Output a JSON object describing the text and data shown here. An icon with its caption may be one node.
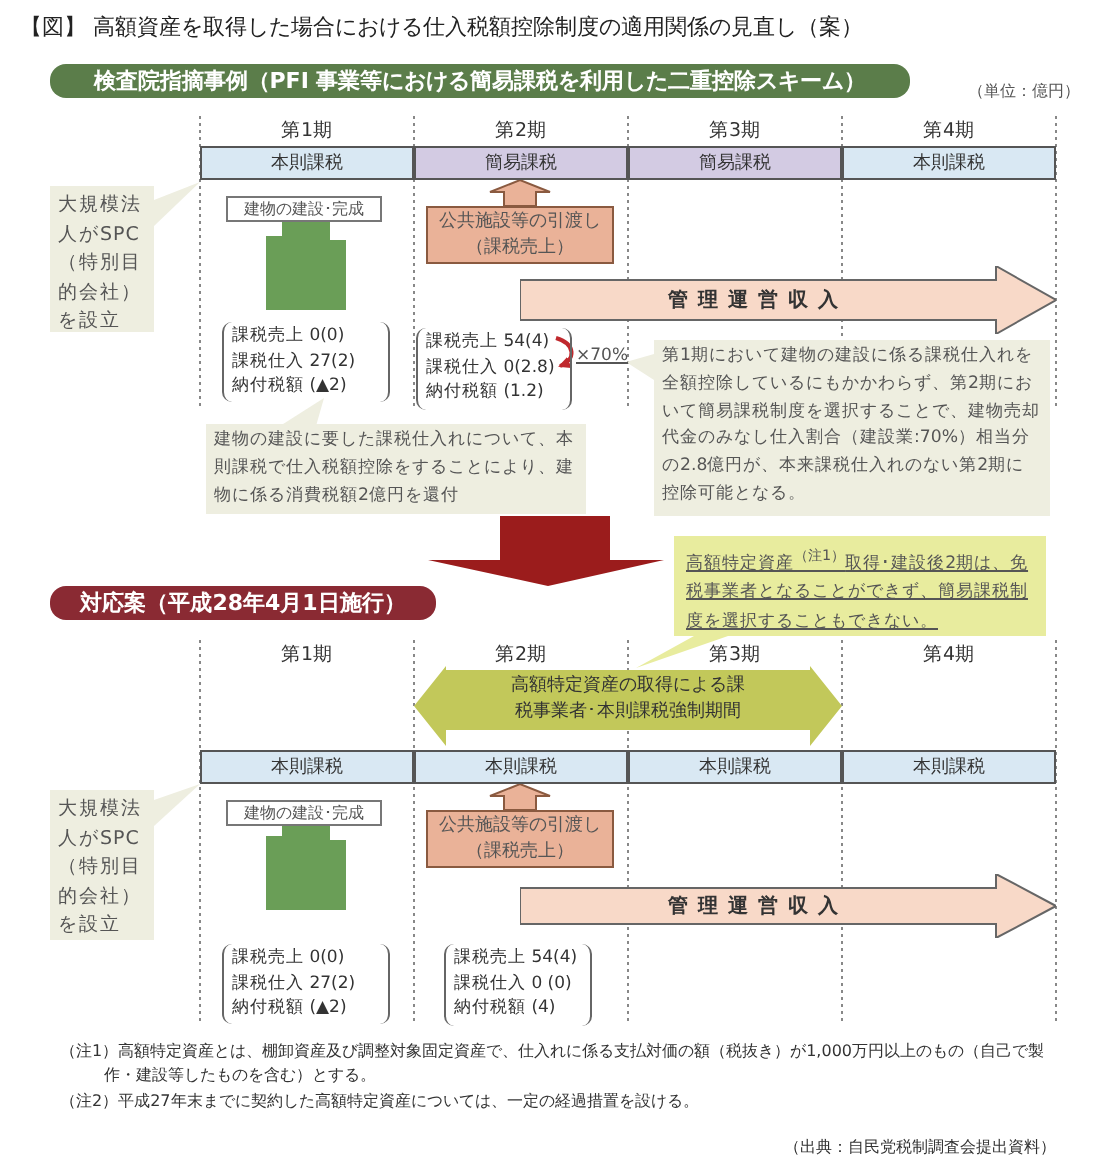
{
  "diagram": {
    "title": "【図】 高額資産を取得した場合における仕入税額控除制度の適用関係の見直し（案）",
    "nodes": [
      {
        "text": [
          "検査院指摘事例（PFI 事業等における簡易課税を利用した二重控除スキーム）"
        ]
      },
      {
        "text": [
          "本則課税"
        ]
      },
      {
        "text": [
          "簡易課税"
        ]
      },
      {
        "text": [
          "簡易課税"
        ]
      },
      {
        "text": [
          "本則課税"
        ]
      },
      {
        "text": [
          "大規模法人がSPC（特別目的会社）を設立"
        ]
      },
      {
        "text": [
          "建物の建設･完成"
        ]
      },
      {
        "text": [
          "公共施設等の引渡し（課税売上）"
        ]
      },
      {
        "text": [
          "管理運営収入"
        ]
      },
      {
        "text": [
          "課税売上 0(0)",
          "課税仕入 27(2)",
          "納付税額 (▲2)"
        ]
      },
      {
        "text": [
          "課税売上 54(4)",
          "課税仕入 0(2.8)",
          "納付税額 (1.2)"
        ],
        "beside": [
          "×70%"
        ]
      },
      {
        "text": [
          "建物の建設に要した課税仕入れについて、本則課税で仕入税額控除をすることにより、建物に係る消費税額2億円を還付"
        ]
      },
      {
        "text": [
          "第1期において建物の建設に係る課税仕入れを全額控除しているにもかかわらず、第2期において簡易課税制度を選択することで、建物売却代金のみなし仕入割合（建設業:70%）相当分の2.8億円が、本来課税仕入れのない第2期に控除可能となる。"
        ]
      },
      {
        "text": [
          "高額特定資産$^{（注1）}$取得･建設後2期は、免税事業者となることができず、簡易課税制度を選択することもできない。"
        ]
      },
      {
        "text": [
          "対応案（平成28年4月1日施行）"
        ]
      },
      {
        "text": [
          "高額特定資産の取得による課税事業者･本則課税強制期間"
        ]
      },
      {
        "text": [
          "本則課税"
        ]
      },
      {
        "text": [
          "本則課税"
        ]
      },
      {
        "text": [
          "本則課税"
        ]
      },
      {
        "text": [
          "本則課税"
        ]
      },
      {
        "text": [
          "大規模法人がSPC（特別目的会社）を設立"
        ]
      },
      {
        "text": [
          "建物の建設･完成"
        ]
      },
      {
        "text": [
          "公共施設等の引渡し（課税売上）"
        ]
      },
      {
        "text": [
          "管理運営収入"
        ]
      },
      {
        "text": [
          "課税売上 0(0)",
          "課税仕入 27(2)",
          "納付税額 (▲2)"
        ]
      },
      {
        "text": [
          "課税売上 54(4)",
          "課税仕入 0 (0)",
          "納付税額 (4)"
        ]
      }
    ],
    "edges": [
      {
        "from": 7,
        "to": 2,
        "arrow": "to"
      },
      {
        "from": 22,
        "to": 17,
        "arrow": "to"
      },
      {
        "from": 11,
        "to": 14,
        "arrow": "to",
        "color": "#9b1c1c"
      }
    ],
    "labels": [
      "（単位：億円）",
      "第1期",
      "第2期",
      "第3期",
      "第4期",
      "第1期",
      "第2期",
      "第3期",
      "第4期",
      "（注1）高額特定資産とは、棚卸資産及び調整対象固定資産で、仕入れに係る支払対価の額（税抜き）が1,000万円以上のもの（自己で製作・建設等したものを含む）とする。",
      "（注2）平成27年末までに契約した高額特定資産については、一定の経過措置を設ける。",
      "（出典：自民党税制調査会提出資料）"
    ]
  }
}
